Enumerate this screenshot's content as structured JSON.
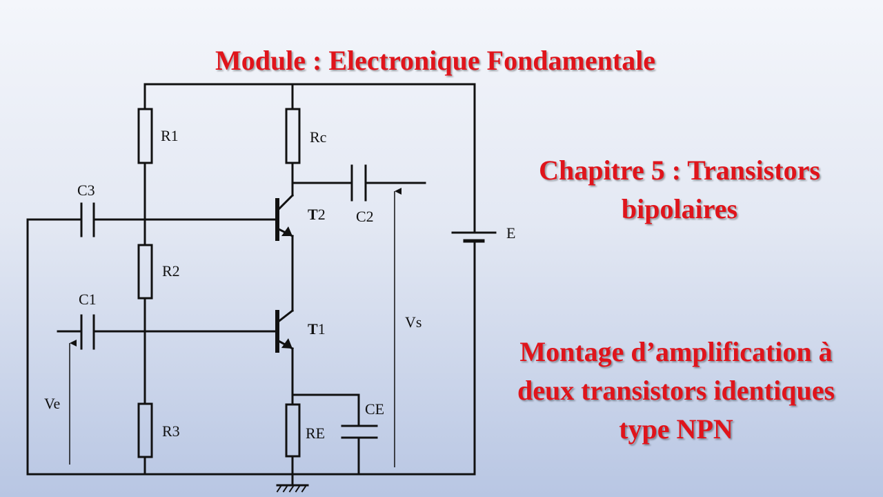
{
  "title": "Module : Electronique Fondamentale",
  "chapter": {
    "line1": "Chapitre 5 : Transistors",
    "line2": "bipolaires"
  },
  "montage": {
    "line1": "Montage d’amplification à",
    "line2": "deux transistors identiques",
    "line3": "type NPN"
  },
  "labels": {
    "r1": "R1",
    "r2": "R2",
    "r3": "R3",
    "rc": "Rc",
    "re": "RE",
    "c1": "C1",
    "c2": "C2",
    "c3": "C3",
    "ce": "CE",
    "t1_letter": "T",
    "t1_num": "1",
    "t2_letter": "T",
    "t2_num": "2",
    "e": "E",
    "ve": "Ve",
    "vs": "Vs"
  },
  "colors": {
    "title": "#e0141b",
    "wire": "#111111"
  }
}
